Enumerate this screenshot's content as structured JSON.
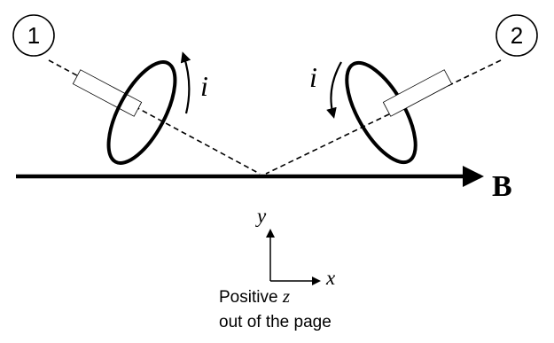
{
  "labels": {
    "loop_1": "1",
    "loop_2": "2",
    "current_left": "i",
    "current_right": "i",
    "field": "B",
    "axis_x": "x",
    "axis_y": "y",
    "caption_line1_prefix": "Positive ",
    "caption_z": "z",
    "caption_line2": "out of the page"
  },
  "colors": {
    "ink": "#000000",
    "background": "#ffffff"
  }
}
